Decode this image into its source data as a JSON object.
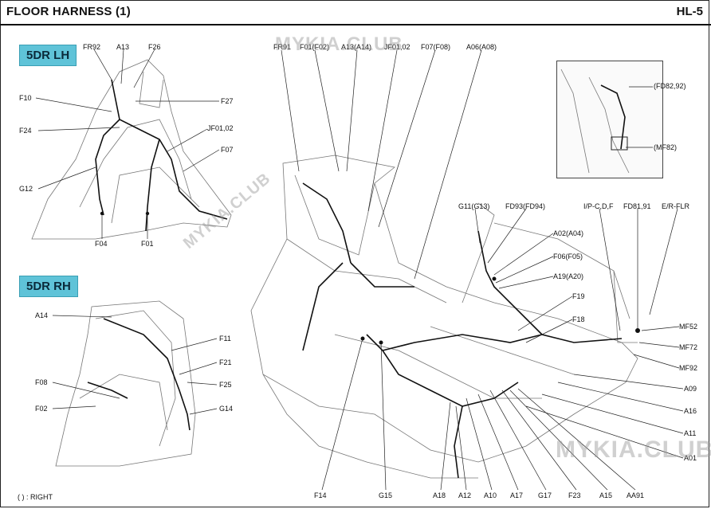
{
  "header": {
    "title": "FLOOR HARNESS (1)",
    "page": "HL-5"
  },
  "panels": {
    "lh": {
      "badge": "5DR LH"
    },
    "rh": {
      "badge": "5DR RH"
    }
  },
  "labels": {
    "lh": [
      "FR92",
      "A13",
      "F26",
      "F10",
      "F27",
      "F24",
      "JF01,02",
      "F07",
      "G12",
      "F04",
      "F01"
    ],
    "rh": [
      "A14",
      "F11",
      "F21",
      "F08",
      "F25",
      "F02",
      "G14"
    ],
    "main_top": [
      "FR91",
      "F01(F02)",
      "A13(A14)",
      "JF01,02",
      "F07(F08)",
      "A06(A08)"
    ],
    "inset": [
      "(FD82,92)",
      "(MF82)"
    ],
    "main_right": [
      "G11(G13)",
      "FD93(FD94)",
      "I/P-C,D,F",
      "FD81,91",
      "E/R-FLR",
      "A02(A04)",
      "F06(F05)",
      "A19(A20)",
      "F19",
      "F18",
      "MF52",
      "MF72",
      "MF92",
      "A09",
      "A16",
      "A11",
      "A01"
    ],
    "main_bottom": [
      "F14",
      "G15",
      "A18",
      "A12",
      "A10",
      "A17",
      "G17",
      "F23",
      "A15",
      "AA91"
    ]
  },
  "footnote": "(    ) : RIGHT",
  "watermarks": [
    "MYKIA.CLUB",
    "MYKIA.CLUB",
    "MYKIA.CLUB"
  ]
}
